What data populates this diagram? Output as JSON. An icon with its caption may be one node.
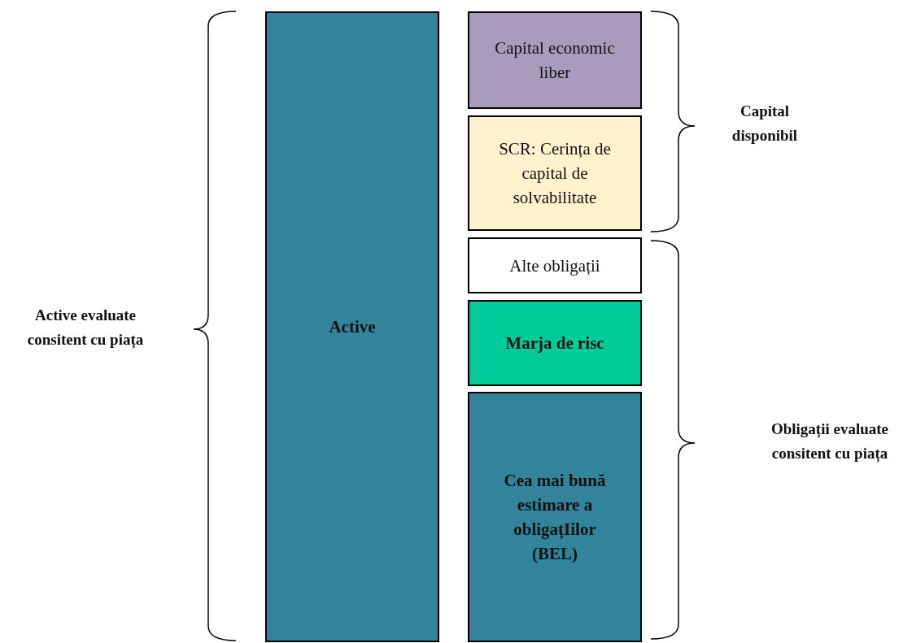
{
  "diagram": {
    "nodes": [
      {
        "text": [
          "Active"
        ]
      },
      {
        "text": [
          "Capital economic liber"
        ]
      },
      {
        "text": [
          "SCR: Cerința de capital de solvabilitate"
        ]
      },
      {
        "text": [
          "Alte obligații"
        ]
      },
      {
        "text": [
          "Marja de risc"
        ]
      },
      {
        "text": [
          "Cea mai bună estimare a obligațIilor (BEL)"
        ]
      }
    ],
    "edges": [],
    "labels": [
      "Active evaluate consitent cu piața",
      "Capital disponibil",
      "Obligații evaluate consitent cu piața"
    ]
  }
}
